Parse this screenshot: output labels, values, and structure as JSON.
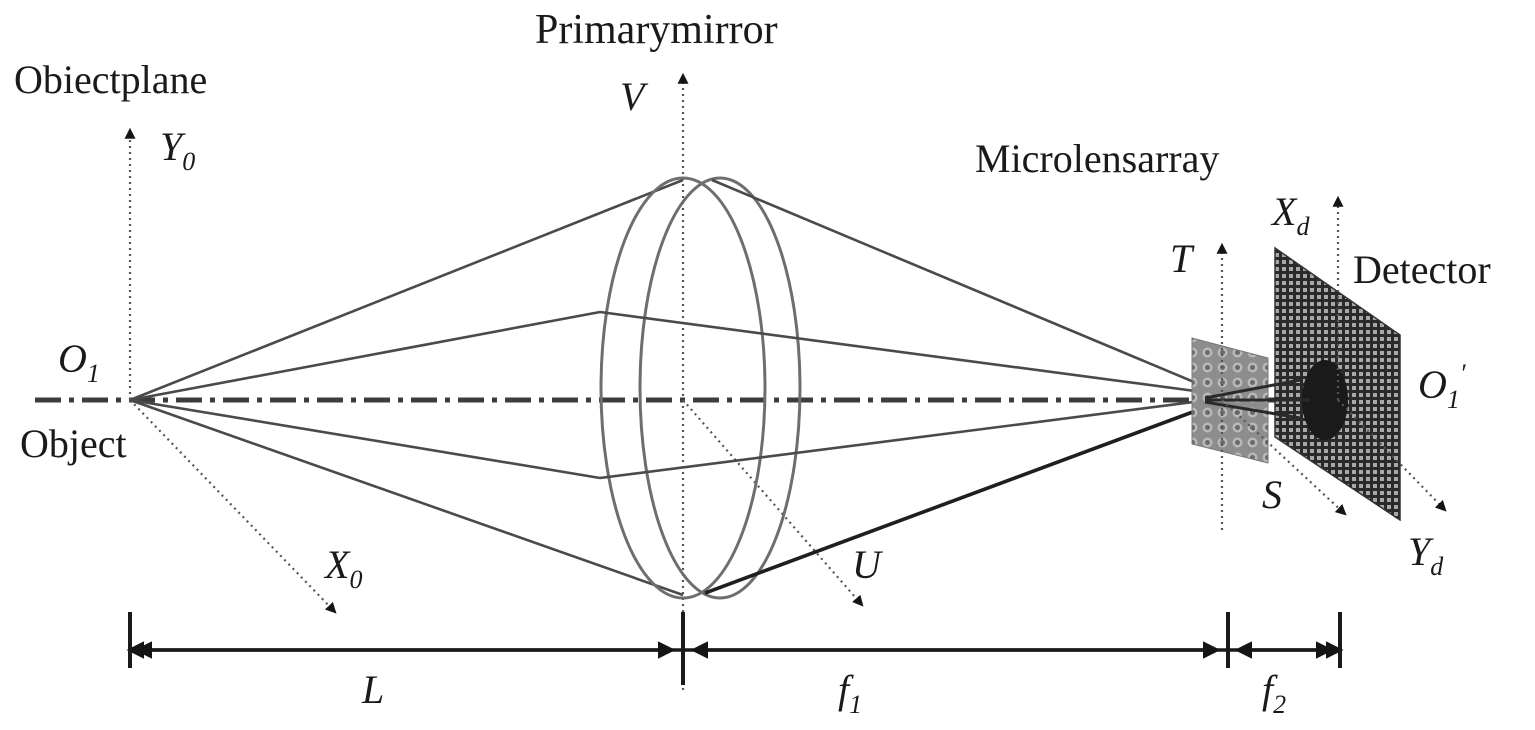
{
  "labels": {
    "object_plane": "Obiectplane",
    "primary_mirror": "Primarymirror",
    "microlens_array": "Microlensarray",
    "detector": "Detector",
    "object": "Object"
  },
  "axes": {
    "y0": {
      "main": "Y",
      "sub": "0"
    },
    "x0": {
      "main": "X",
      "sub": "0"
    },
    "v": {
      "main": "V"
    },
    "u": {
      "main": "U"
    },
    "t": {
      "main": "T"
    },
    "s": {
      "main": "S"
    },
    "xd": {
      "main": "X",
      "sub": "d"
    },
    "yd": {
      "main": "Y",
      "sub": "d"
    }
  },
  "points": {
    "o1": {
      "main": "O",
      "sub": "1"
    },
    "o1_prime": {
      "main": "O",
      "sub": "1",
      "sup": "′"
    }
  },
  "dimensions": {
    "l": {
      "main": "L"
    },
    "f1": {
      "main": "f",
      "sub": "1"
    },
    "f2": {
      "main": "f",
      "sub": "2"
    }
  }
}
